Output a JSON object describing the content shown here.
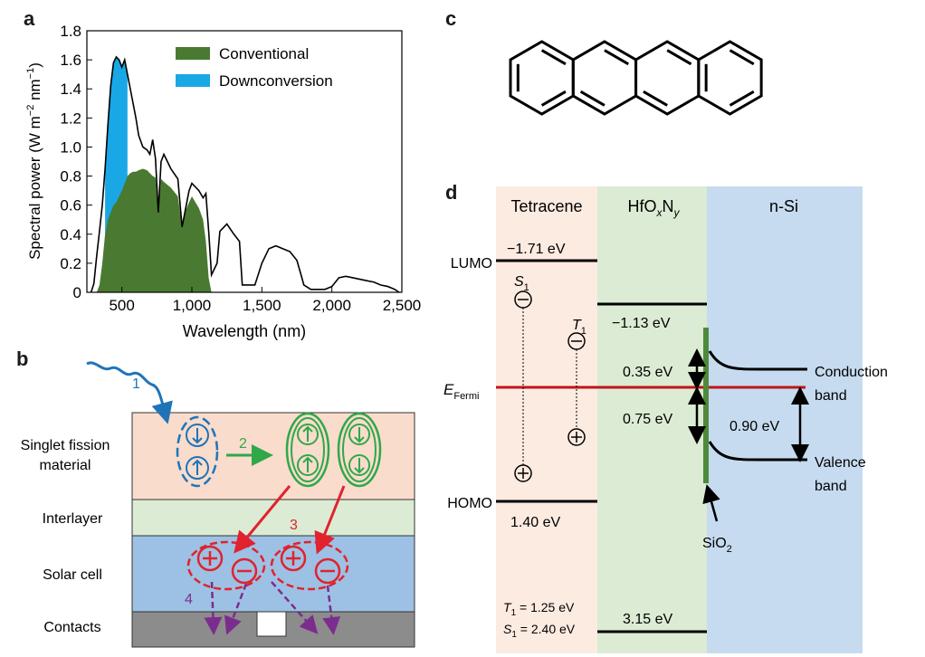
{
  "panels": {
    "a": {
      "letter": "a"
    },
    "b": {
      "letter": "b"
    },
    "c": {
      "letter": "c"
    },
    "d": {
      "letter": "d"
    }
  },
  "chart_a": {
    "type": "area",
    "xlabel": "Wavelength (nm)",
    "ylabel_main": "Spectral power (W m",
    "ylabel_sup1": "−2",
    "ylabel_mid": " nm",
    "ylabel_sup2": "−1",
    "ylabel_end": ")",
    "xlim": [
      250,
      2500
    ],
    "ylim": [
      0,
      1.8
    ],
    "xticks": [
      500,
      1000,
      1500,
      2000,
      2500
    ],
    "xtick_labels": [
      "500",
      "1,000",
      "1,500",
      "2,000",
      "2,500"
    ],
    "yticks": [
      0,
      0.2,
      0.4,
      0.6,
      0.8,
      1.0,
      1.2,
      1.4,
      1.6,
      1.8
    ],
    "ytick_labels": [
      "0",
      "0.2",
      "0.4",
      "0.6",
      "0.8",
      "1.0",
      "1.2",
      "1.4",
      "1.6",
      "1.8"
    ],
    "legend_position": "top-right",
    "legend": [
      {
        "name": "Conventional",
        "color": "#4a7a31"
      },
      {
        "name": "Downconversion",
        "color": "#1aa7e6"
      }
    ]
  },
  "chart_data": {
    "type": "area",
    "x": [
      280,
      300,
      320,
      340,
      360,
      380,
      400,
      420,
      440,
      460,
      480,
      500,
      520,
      540,
      560,
      580,
      600,
      620,
      650,
      680,
      700,
      720,
      740,
      760,
      780,
      800,
      850,
      900,
      930,
      950,
      980,
      1000,
      1050,
      1080,
      1100,
      1120,
      1140,
      1180,
      1200,
      1250,
      1300,
      1340,
      1360,
      1400,
      1450,
      1500,
      1550,
      1600,
      1650,
      1700,
      1750,
      1780,
      1800,
      1850,
      1950,
      2000,
      2050,
      2100,
      2150,
      2200,
      2250,
      2300,
      2350,
      2400,
      2450,
      2480
    ],
    "series": [
      {
        "name": "",
        "values": [
          0.0,
          0.06,
          0.25,
          0.42,
          0.6,
          0.85,
          1.15,
          1.42,
          1.58,
          1.62,
          1.6,
          1.55,
          1.6,
          1.5,
          1.4,
          1.3,
          1.2,
          1.08,
          1.0,
          0.98,
          0.95,
          1.05,
          0.92,
          0.55,
          0.9,
          0.95,
          0.85,
          0.78,
          0.45,
          0.55,
          0.7,
          0.75,
          0.7,
          0.65,
          0.68,
          0.42,
          0.12,
          0.2,
          0.42,
          0.47,
          0.4,
          0.35,
          0.05,
          0.05,
          0.05,
          0.2,
          0.3,
          0.32,
          0.3,
          0.28,
          0.22,
          0.12,
          0.05,
          0.02,
          0.02,
          0.04,
          0.1,
          0.11,
          0.1,
          0.09,
          0.08,
          0.07,
          0.05,
          0.04,
          0.02,
          0.0
        ]
      },
      {
        "name": "Conventional",
        "values": [
          0.0,
          0.0,
          0.0,
          0.05,
          0.2,
          0.4,
          0.5,
          0.55,
          0.6,
          0.62,
          0.66,
          0.7,
          0.75,
          0.8,
          0.82,
          0.83,
          0.83,
          0.84,
          0.85,
          0.84,
          0.82,
          0.8,
          0.79,
          0.55,
          0.78,
          0.76,
          0.72,
          0.66,
          0.45,
          0.55,
          0.62,
          0.66,
          0.58,
          0.5,
          0.35,
          0.1,
          0.0,
          0.0,
          0.0,
          0.0,
          0.0,
          0.0,
          0.0,
          0.0,
          0.0,
          0.0,
          0.0,
          0.0,
          0.0,
          0.0,
          0.0,
          0.0,
          0.0,
          0.0,
          0.0,
          0.0,
          0.0,
          0.0,
          0.0,
          0.0,
          0.0,
          0.0,
          0.0,
          0.0,
          0.0,
          0.0
        ]
      },
      {
        "name": "Downconversion",
        "x": [
          380,
          400,
          420,
          440,
          460,
          480,
          500,
          520,
          540
        ],
        "values": [
          0.85,
          1.15,
          1.42,
          1.58,
          1.62,
          1.6,
          1.55,
          1.6,
          1.5
        ]
      }
    ]
  },
  "panel_b": {
    "layers": {
      "singlet": "Singlet fission\nmaterial",
      "interlayer": "Interlayer",
      "solar_cell": "Solar cell",
      "contacts": "Contacts"
    },
    "steps": {
      "s1": "1",
      "s2": "2",
      "s3": "3",
      "s4": "4"
    },
    "colors": {
      "singlet_bg": "#f9dccc",
      "interlayer_bg": "#dcebd3",
      "solar_bg": "#9dc1e4",
      "contacts_bg": "#8c8c8c",
      "blue": "#1f74b8",
      "green": "#2fa84a",
      "red": "#e0232e",
      "purple": "#7b2d8e"
    }
  },
  "panel_d": {
    "columns": {
      "tetracene": "Tetracene",
      "hfo": "HfO",
      "hfo_x": "x",
      "hfo_n": "N",
      "hfo_y": "y",
      "nsi": "n-Si"
    },
    "labels": {
      "lumo": "LUMO",
      "homo": "HOMO",
      "efermi_main": "E",
      "efermi_sub": "Fermi",
      "lumo_val": "−1.71 eV",
      "hfo_top_val": "−1.13 eV",
      "homo_val": "1.40 eV",
      "hfo_bottom_val": "3.15 eV",
      "gap1": "0.35 eV",
      "gap2": "0.75 eV",
      "gap3": "0.90 eV",
      "conduction": "Conduction\nband",
      "valence": "Valence\nband",
      "sio2_main": "SiO",
      "sio2_sub": "2",
      "s1_main": "S",
      "s1_sub": "1",
      "t1_main": "T",
      "t1_sub": "1",
      "t1_eq_main": "T",
      "t1_eq_sub": "1",
      "t1_eq_val": " = 1.25 eV",
      "s1_eq_main": "S",
      "s1_eq_sub": "1",
      "s1_eq_val": " = 2.40 eV"
    },
    "colors": {
      "tetracene_bg": "#fcebe1",
      "hfo_bg": "#dcebd3",
      "nsi_bg": "#c6dbef",
      "fermi": "#c0141b",
      "sio2": "#4e8a3a"
    }
  }
}
